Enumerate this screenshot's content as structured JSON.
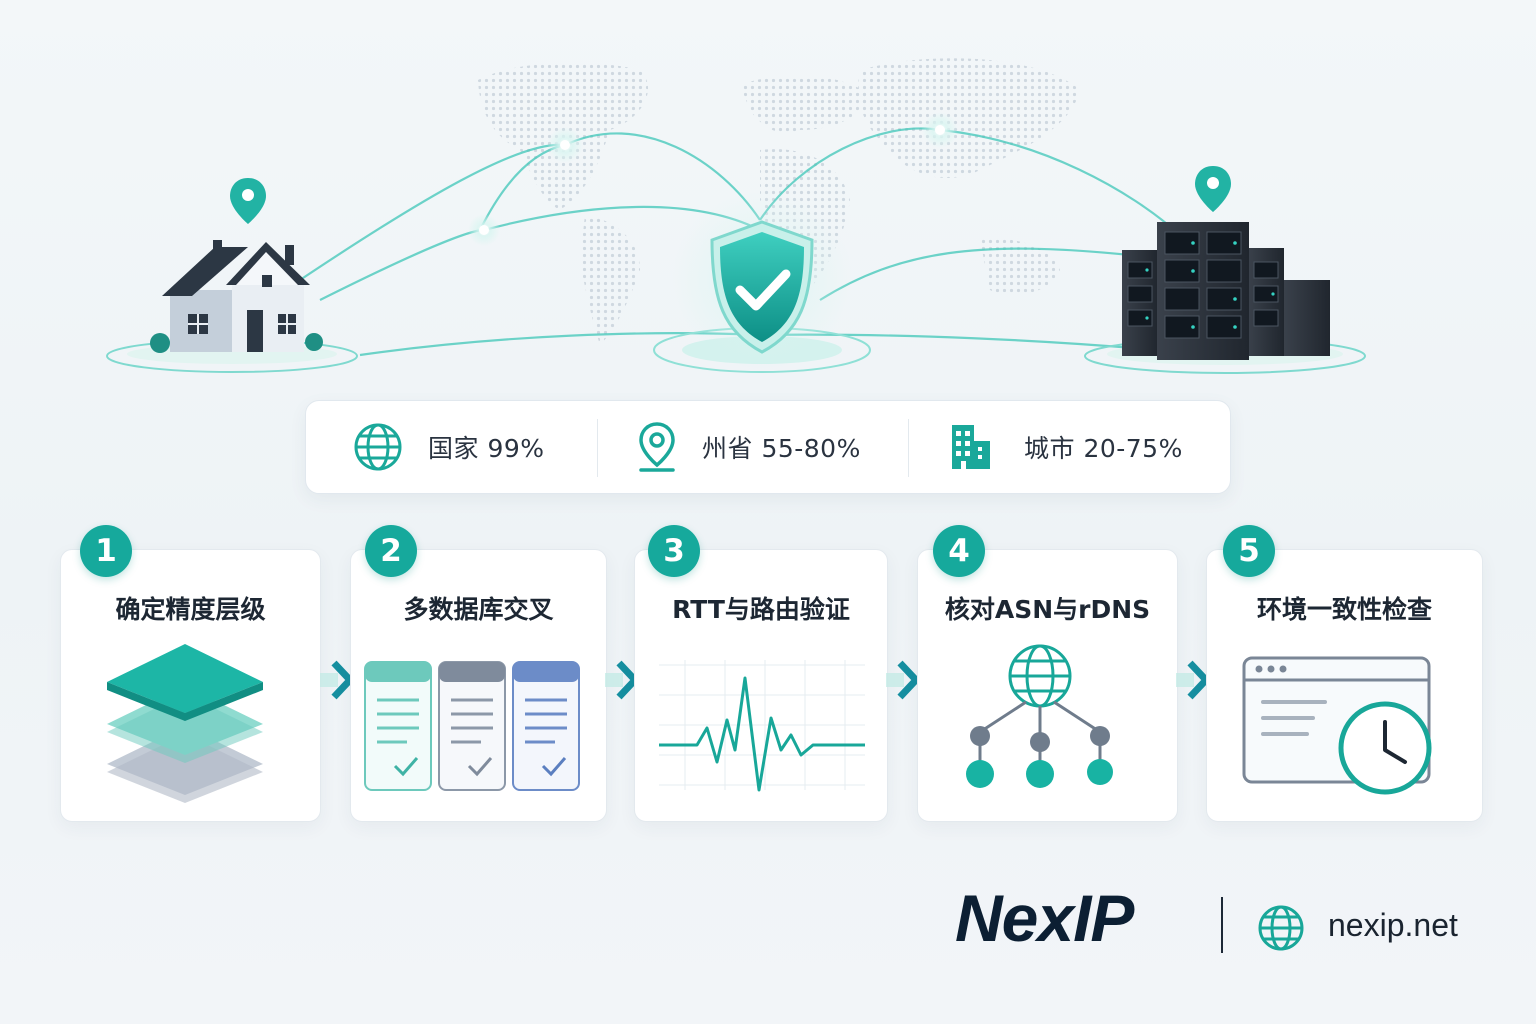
{
  "hero": {
    "left_icon": "house-icon",
    "center_icon": "shield-check-icon",
    "right_icon": "server-rack-icon",
    "pin_icon": "location-pin-icon",
    "background": "world-map-dots",
    "accent_color": "#1aa89a"
  },
  "stats": [
    {
      "icon": "globe-icon",
      "label": "国家 99%"
    },
    {
      "icon": "location-pin-icon",
      "label": "州省 55-80%"
    },
    {
      "icon": "buildings-icon",
      "label": "城市 20-75%"
    }
  ],
  "steps": [
    {
      "number": "1",
      "title": "确定精度层级",
      "icon": "layers-icon"
    },
    {
      "number": "2",
      "title": "多数据库交叉",
      "icon": "database-tables-icon"
    },
    {
      "number": "3",
      "title": "RTT与路由验证",
      "icon": "signal-wave-icon"
    },
    {
      "number": "4",
      "title": "核对ASN与rDNS",
      "icon": "network-tree-icon"
    },
    {
      "number": "5",
      "title": "环境一致性检查",
      "icon": "browser-clock-icon"
    }
  ],
  "footer": {
    "brand": "NexIP",
    "site_icon": "globe-icon",
    "site": "nexip.net"
  },
  "colors": {
    "accent": "#16a99c",
    "dark": "#0c1f33",
    "server": "#2a3038"
  }
}
